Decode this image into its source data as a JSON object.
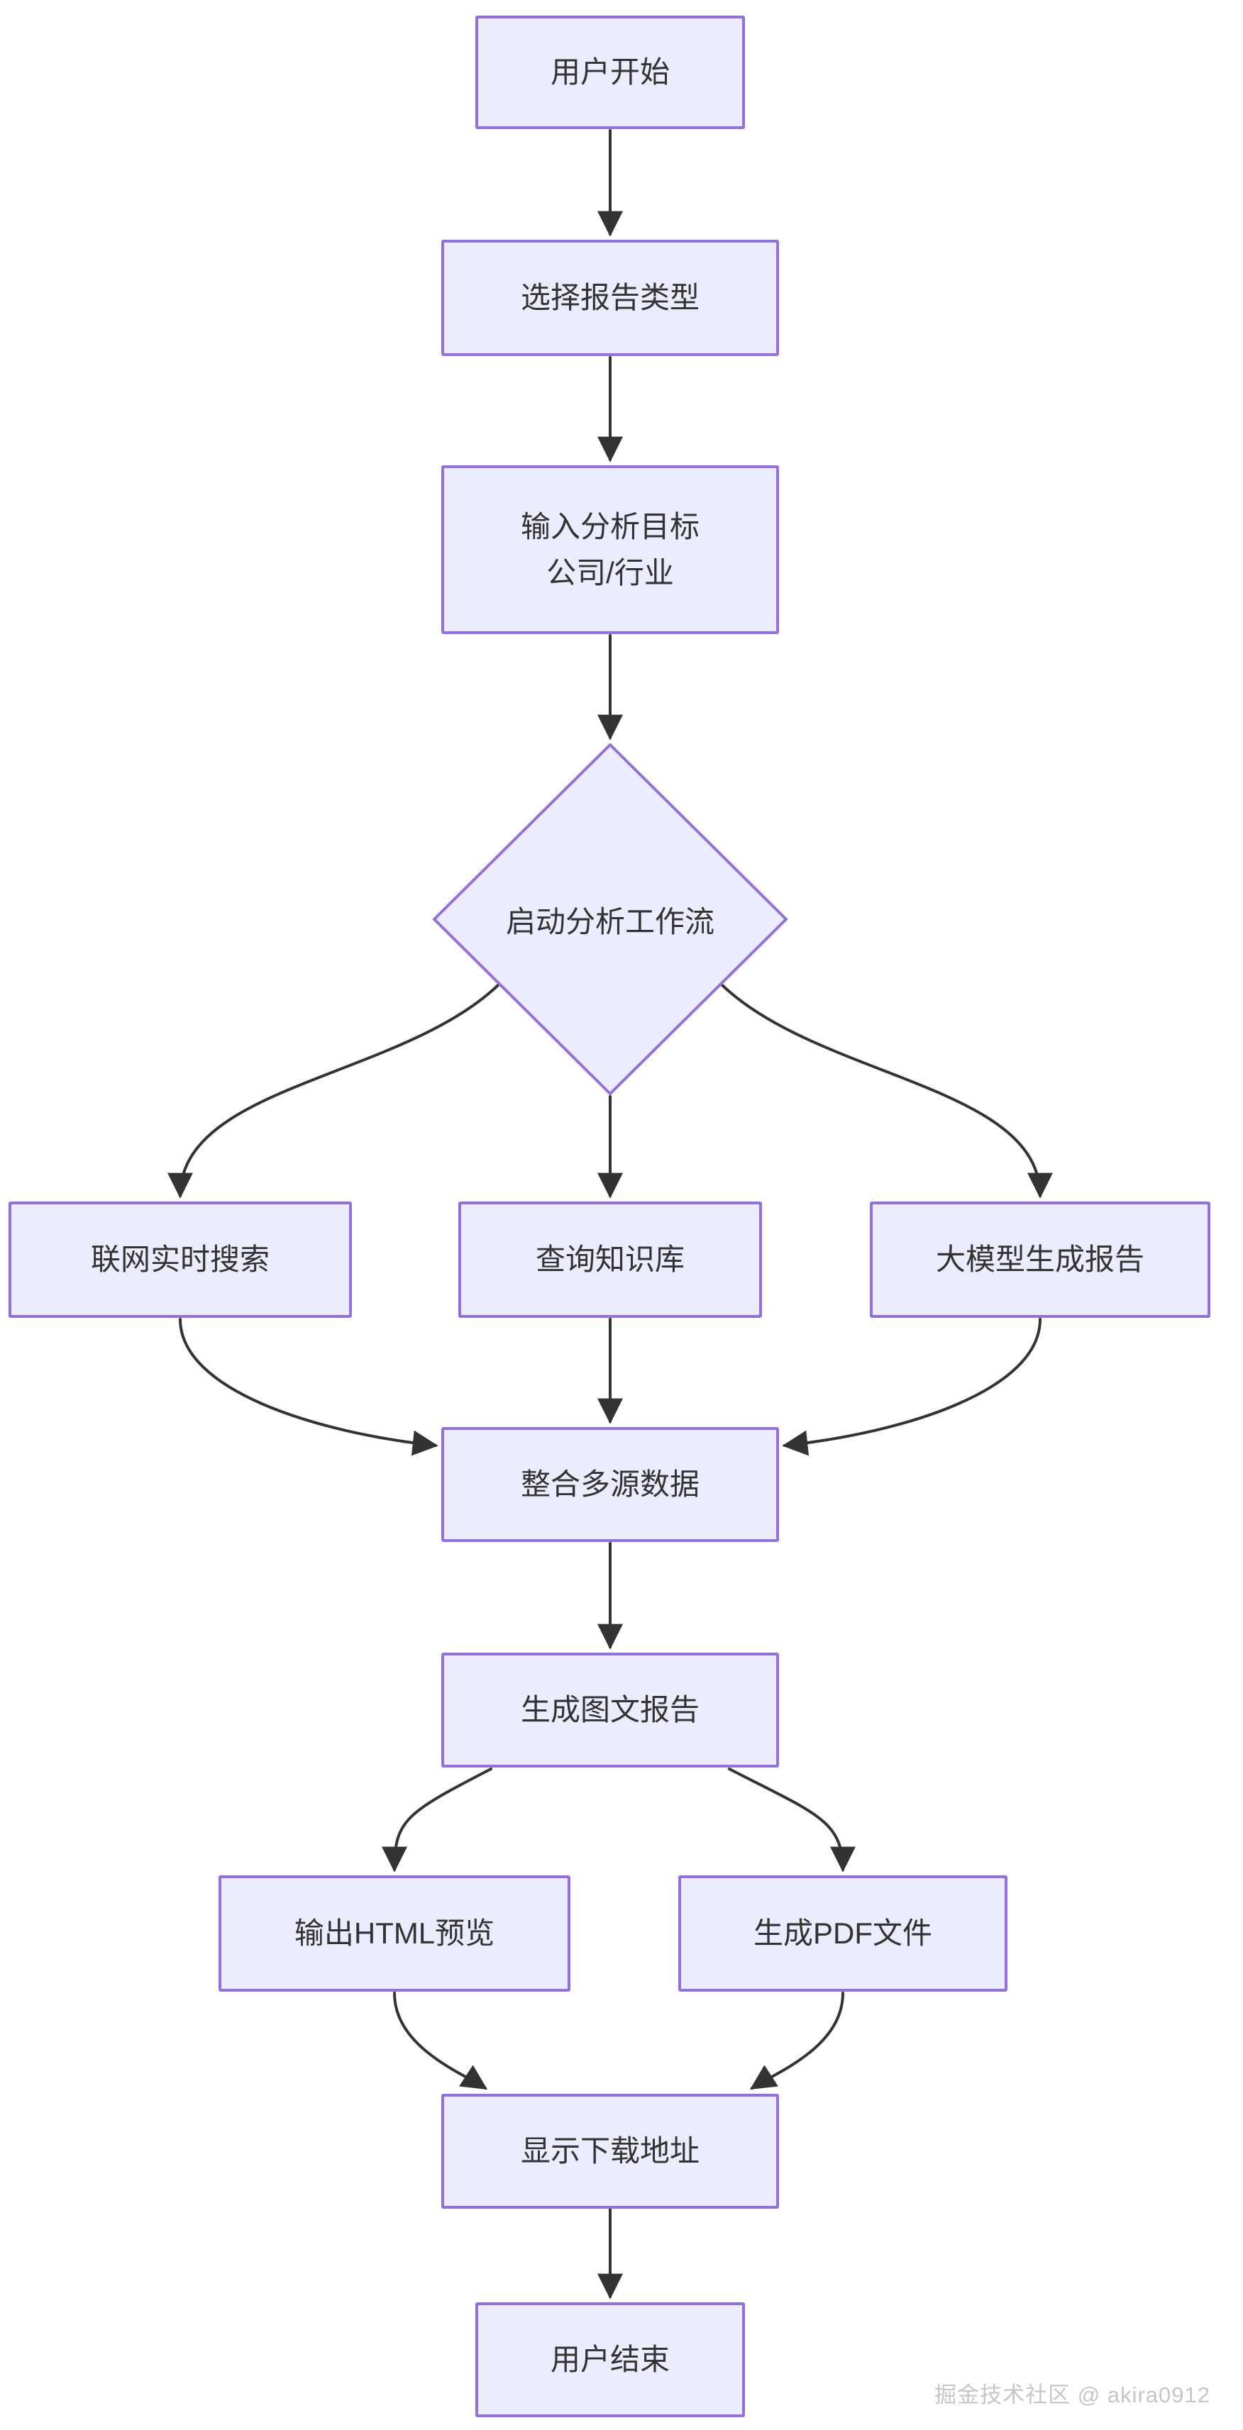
{
  "diagram": {
    "type": "flowchart",
    "direction": "top-down",
    "colors": {
      "node_fill": "#ECECFF",
      "node_border": "#9370DB",
      "edge": "#333333",
      "text": "#333333"
    },
    "nodes": [
      {
        "id": "user-start",
        "shape": "rect",
        "label": "用户开始"
      },
      {
        "id": "select-type",
        "shape": "rect",
        "label": "选择报告类型"
      },
      {
        "id": "input-target",
        "shape": "rect",
        "lines": [
          "输入分析目标",
          "公司/行业"
        ]
      },
      {
        "id": "start-workflow",
        "shape": "diamond",
        "label": "启动分析工作流"
      },
      {
        "id": "web-search",
        "shape": "rect",
        "label": "联网实时搜索"
      },
      {
        "id": "query-kb",
        "shape": "rect",
        "label": "查询知识库"
      },
      {
        "id": "llm-report",
        "shape": "rect",
        "label": "大模型生成报告"
      },
      {
        "id": "merge-data",
        "shape": "rect",
        "label": "整合多源数据"
      },
      {
        "id": "gen-report",
        "shape": "rect",
        "label": "生成图文报告"
      },
      {
        "id": "html-preview",
        "shape": "rect",
        "label": "输出HTML预览"
      },
      {
        "id": "pdf-file",
        "shape": "rect",
        "label": "生成PDF文件"
      },
      {
        "id": "show-download",
        "shape": "rect",
        "label": "显示下载地址"
      },
      {
        "id": "user-end",
        "shape": "rect",
        "label": "用户结束"
      }
    ],
    "edges": [
      {
        "from": "user-start",
        "to": "select-type"
      },
      {
        "from": "select-type",
        "to": "input-target"
      },
      {
        "from": "input-target",
        "to": "start-workflow"
      },
      {
        "from": "start-workflow",
        "to": "web-search"
      },
      {
        "from": "start-workflow",
        "to": "query-kb"
      },
      {
        "from": "start-workflow",
        "to": "llm-report"
      },
      {
        "from": "web-search",
        "to": "merge-data"
      },
      {
        "from": "query-kb",
        "to": "merge-data"
      },
      {
        "from": "llm-report",
        "to": "merge-data"
      },
      {
        "from": "merge-data",
        "to": "gen-report"
      },
      {
        "from": "gen-report",
        "to": "html-preview"
      },
      {
        "from": "gen-report",
        "to": "pdf-file"
      },
      {
        "from": "html-preview",
        "to": "show-download"
      },
      {
        "from": "pdf-file",
        "to": "show-download"
      },
      {
        "from": "show-download",
        "to": "user-end"
      }
    ]
  },
  "watermark": {
    "text": "掘金技术社区 @ akira0912"
  }
}
